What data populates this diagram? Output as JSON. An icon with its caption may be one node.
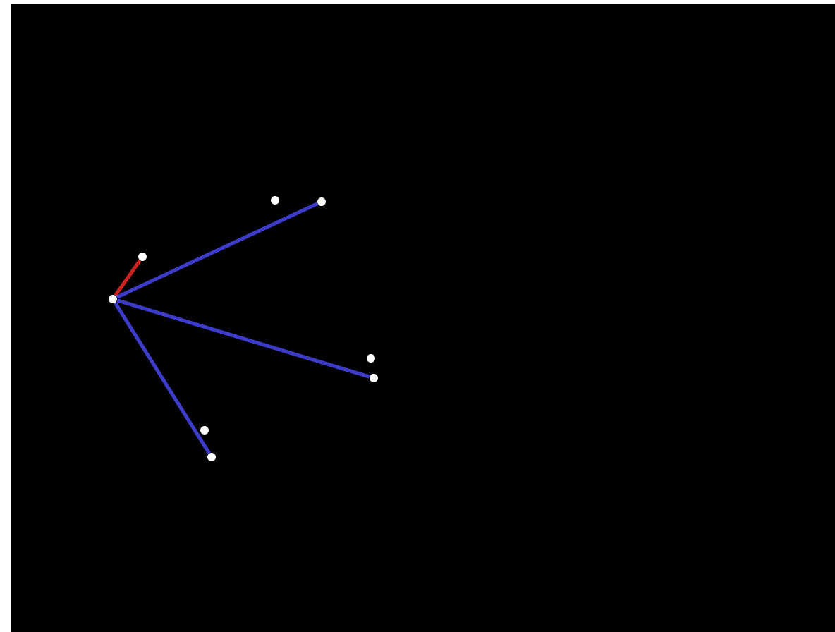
{
  "diagram": {
    "nodes": [
      {
        "text": [],
        "shape": "circle"
      },
      {
        "text": [],
        "shape": "circle"
      },
      {
        "text": [],
        "shape": "circle"
      },
      {
        "text": [],
        "shape": "circle"
      },
      {
        "text": [],
        "shape": "circle"
      },
      {
        "text": [],
        "shape": "circle"
      },
      {
        "text": [],
        "shape": "circle"
      },
      {
        "text": [],
        "shape": "circle"
      }
    ],
    "edges": [
      {
        "from": 0,
        "to": 1,
        "arrow": "none",
        "color": "#cc2222"
      },
      {
        "from": 0,
        "to": 2,
        "arrow": "none"
      },
      {
        "from": 0,
        "to": 3,
        "arrow": "none"
      },
      {
        "from": 0,
        "to": 4,
        "arrow": "none"
      }
    ]
  }
}
